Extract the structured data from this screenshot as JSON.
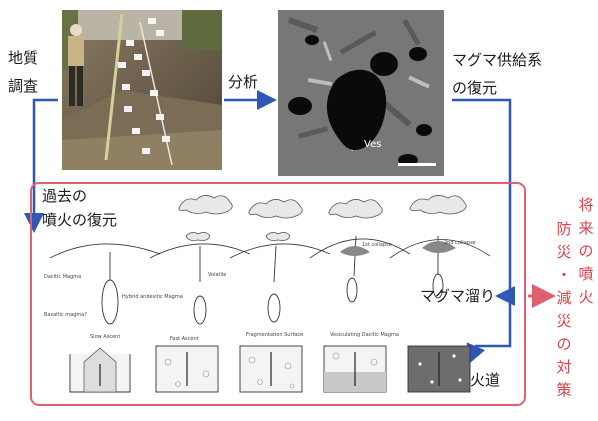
{
  "labels": {
    "field_survey_line1": "地質",
    "field_survey_line2": "調査",
    "analysis": "分析",
    "supply_line1": "マグマ供給系",
    "supply_line2": "の復元",
    "past_line1": "過去の",
    "past_line2": "噴火の復元",
    "magma_reservoir": "マグマ溜り",
    "conduit": "火道",
    "sem_label": "Ves"
  },
  "side_text": {
    "col_right": [
      "将",
      "来",
      "の",
      "噴",
      "火"
    ],
    "col_left": [
      "防",
      "災",
      "・",
      "減",
      "災",
      "の",
      "対",
      "策"
    ]
  },
  "diagram_labels": {
    "dacitic_magma": "Dacitic Magma",
    "basaltic_magma": "Basaltic magma?",
    "hybrid": "Hybrid andesitic Magma",
    "volatile": "Volatile",
    "slow_ascent": "Slow Ascent",
    "fast_ascent": "Fast Ascent",
    "fragmentation": "Fragmentation Surface",
    "vesiculating": "Vesiculating Dacitic Magma",
    "collapse1": "1st collapse",
    "collapse2": "2nd collapse"
  },
  "colors": {
    "arrow": "#2e57b8",
    "red": "#e06070",
    "red_text": "#e0404a"
  }
}
